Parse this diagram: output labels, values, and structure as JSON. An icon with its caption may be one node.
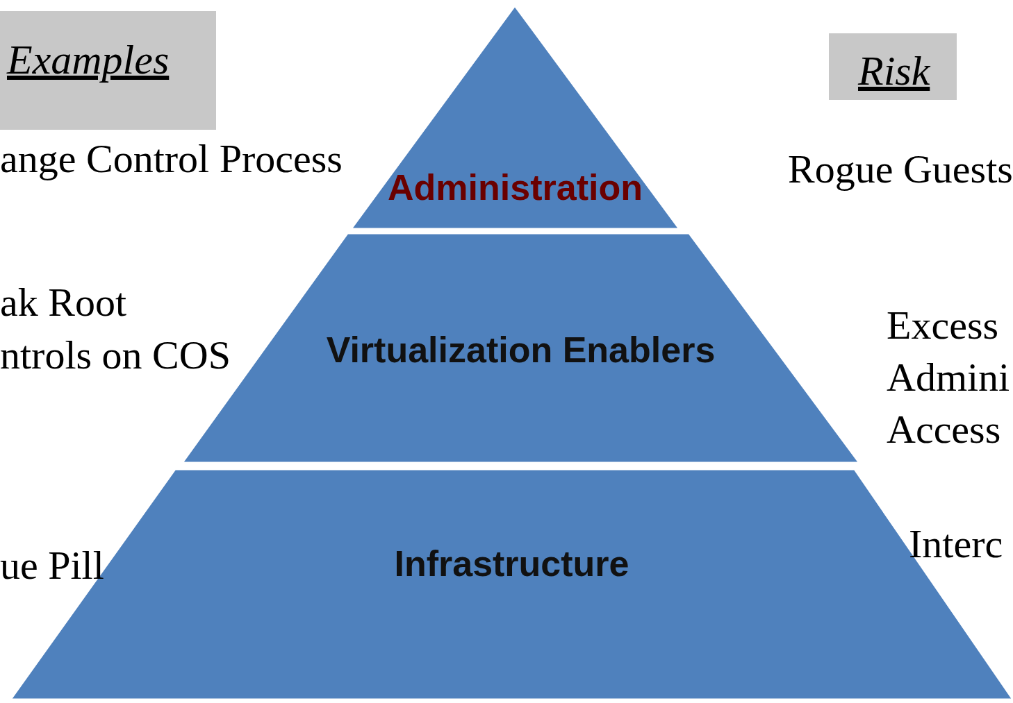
{
  "diagram": {
    "nodes": [
      {
        "text": [
          "Examples"
        ]
      },
      {
        "text": [
          "Risk"
        ]
      },
      {
        "text": [
          "Administration"
        ]
      },
      {
        "text": [
          "Virtualization Enablers"
        ]
      },
      {
        "text": [
          "Infrastructure"
        ]
      }
    ],
    "labels": [
      "ange Control Process",
      "Rogue Guests",
      "ak Root",
      "Excess",
      "ntrols on COS",
      "Admini",
      "Access",
      "Interc",
      "ue Pill"
    ]
  }
}
